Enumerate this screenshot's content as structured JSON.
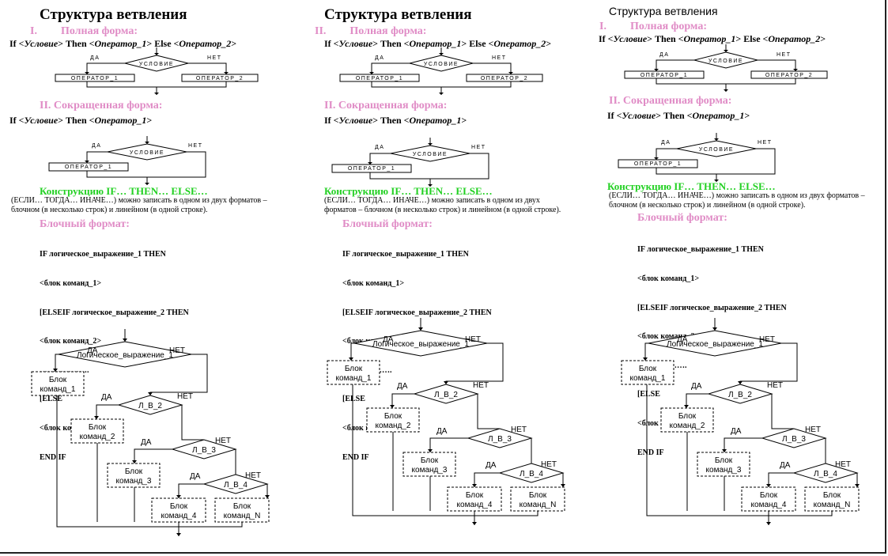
{
  "title": "Структура ветвления",
  "full_form": {
    "number": "I.",
    "label": "Полная форма:",
    "numbers": [
      "I.",
      "II.",
      "I."
    ]
  },
  "full_syntax": {
    "if": "If <",
    "cond": "Условие",
    "then": "> Then <",
    "op1": "Оператор_1",
    "else": "> Else <",
    "op2": "Оператор_2",
    "end": ">"
  },
  "short_form": {
    "label": "II. Сокращенная форма:"
  },
  "short_syntax": {
    "if": "If <",
    "cond": "Условие",
    "then": "> Then <",
    "op1": "Оператор_1",
    "end": ">"
  },
  "small_flow": {
    "yes": "ДА",
    "no": "НЕТ",
    "cond": "УСЛОВИЕ",
    "op1": "ОПЕРАТОР_1",
    "op2": "ОПЕРАТОР_2"
  },
  "construct": {
    "heading": "Конструкцию IF… THEN… ELSE…",
    "desc_a1": " (ЕСЛИ… ТОГДА… ИНАЧЕ…) можно записать в одном из двух форматов –",
    "desc_a2": "блочном (в несколько строк) и линейном (в одной строке).",
    "desc_b1": " (ЕСЛИ… ТОГДА… ИНАЧЕ…) можно записать в одном из двух",
    "desc_b2": "форматов – блочном (в несколько строк) и линейном (в одной строке)."
  },
  "block_format": {
    "label": "Блочный формат:",
    "lines": [
      "IF логическое_выражение_1 THEN",
      "<блок команд_1>",
      "[ELSEIF логическое_выражение_2 THEN",
      "<блок команд_2>",
      "……………….",
      "[ELSE",
      "<блок команд_N>",
      "END IF"
    ]
  },
  "big_flow": {
    "yes": "ДА",
    "no": "НЕТ",
    "cond1": "Логическое_выражение_1",
    "lb2": "Л_В_2",
    "lb3": "Л_В_3",
    "lb4": "Л_В_4",
    "blok": "Блок",
    "k1": "команд_1",
    "k2": "команд_2",
    "k3": "команд_3",
    "k4": "команд_4",
    "kn": "команд_N"
  },
  "colors": {
    "pink": "#e08cc6",
    "green": "#22d022"
  }
}
